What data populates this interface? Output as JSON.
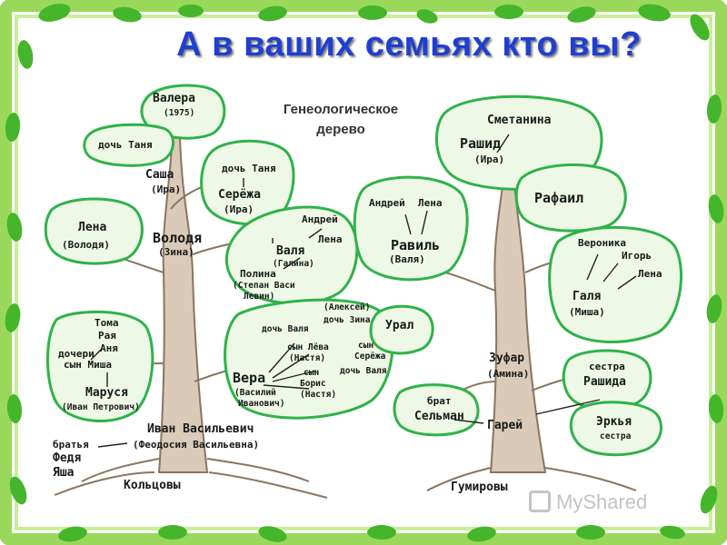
{
  "header": {
    "title": "А в ваших семьях кто вы?",
    "subtitle_line1": "Генеологическое",
    "subtitle_line2": "дерево"
  },
  "colors": {
    "border_green": "#8ed34a",
    "leaf_green": "#3fae2a",
    "title_blue": "#1f3fd0",
    "blob_outline": "#2fb24a",
    "trunk": "#a38a6e"
  },
  "left_tree": {
    "valera": "Валера",
    "valera_year": "(1975)",
    "doch_tanya": "дочь Таня",
    "sasha": "Саша",
    "sasha_wife": "(Ира)",
    "doch_tanya2": "дочь Таня",
    "seryozha": "Серёжа",
    "seryozha_wife": "(Ира)",
    "lena": "Лена",
    "lena_husband": "(Володя)",
    "volodya": "Володя",
    "volodya_wife": "(Зина)",
    "andrey": "Андрей",
    "valya": "Валя",
    "lena2": "Лена",
    "valya_wife": "(Галина)",
    "polina": "Полина",
    "polina_husband": "(Степан Васи",
    "levin": "Левин)",
    "toma": "Тома",
    "raya": "Рая",
    "anya": "Аня",
    "docheri": "дочери",
    "syn_misha": "сын Миша",
    "marusya": "Маруся",
    "marusya_husband": "(Иван Петрович)",
    "doch_valya": "дочь Валя",
    "aleksey": "(Алексей)",
    "doch_zina": "дочь Зина",
    "syn_leva": "сын Лёва",
    "nastya": "(Настя)",
    "syn_seryozha": "сын",
    "seryozha2": "Серёжа",
    "vera": "Вера",
    "vera_husband": "(Василий",
    "ivanovich": "Иванович)",
    "syn_boris": "сын",
    "boris": "Борис",
    "boris_wife": "(Настя)",
    "doch_valya2": "дочь Валя",
    "ivan": "Иван Васильевич",
    "ivan_wife": "(Феодосия Васильевна)",
    "bratya": "братья",
    "fedya": "Федя",
    "yasha": "Яша",
    "family": "Кольцовы"
  },
  "right_tree": {
    "smetanina": "Сметанина",
    "rashid": "Рашид",
    "rashid_wife": "(Ира)",
    "andrey": "Андрей",
    "lena": "Лена",
    "ravil": "Равиль",
    "ravil_wife": "(Валя)",
    "rafail": "Рафаил",
    "veronika": "Вероника",
    "igor": "Игорь",
    "lena2": "Лена",
    "galya": "Галя",
    "galya_husband": "(Миша)",
    "ural": "Урал",
    "zufar": "Зуфар",
    "zufar_wife": "(Амина)",
    "sestra_rashida": "сестра",
    "rashida": "Рашида",
    "brat": "брат",
    "selman": "Сельман",
    "garey": "Гарей",
    "erkya": "Эркья",
    "erkya_sestra": "сестра",
    "family": "Гумировы"
  },
  "watermark": {
    "text": "MyShared"
  }
}
